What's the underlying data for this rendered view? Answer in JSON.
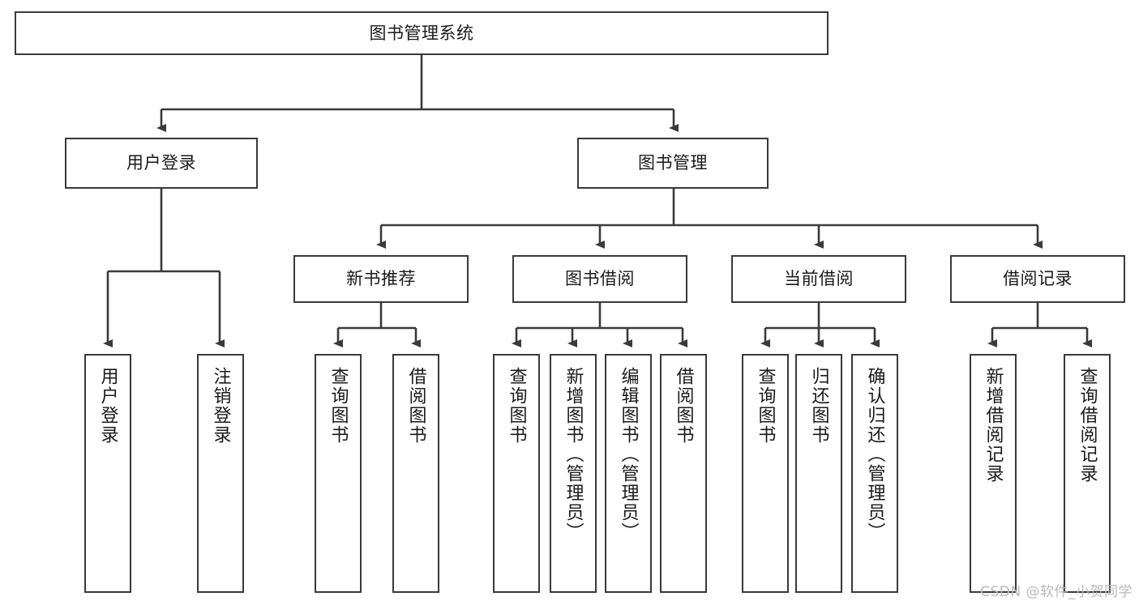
{
  "diagram": {
    "type": "tree-hierarchy",
    "title": "图书管理系统",
    "watermark": "CSDN @软件_小贺同学",
    "colors": {
      "box_border": "#3a3a3a",
      "connector": "#3a3a3a",
      "background": "#ffffff",
      "text": "#1a1a1a",
      "watermark": "#b9b9b9"
    },
    "nodes": {
      "root": {
        "label": "图书管理系统"
      },
      "level2": [
        {
          "id": "user-login",
          "label": "用户登录"
        },
        {
          "id": "book-management",
          "label": "图书管理"
        }
      ],
      "level3": [
        {
          "id": "new-book-recommend",
          "label": "新书推荐"
        },
        {
          "id": "book-borrow",
          "label": "图书借阅"
        },
        {
          "id": "current-borrow",
          "label": "当前借阅"
        },
        {
          "id": "borrow-record",
          "label": "借阅记录"
        }
      ],
      "leaves": {
        "user-login": [
          {
            "id": "leaf-user-login",
            "label": "用户登录"
          },
          {
            "id": "leaf-logout",
            "label": "注销登录"
          }
        ],
        "new-book-recommend": [
          {
            "id": "leaf-query-book-1",
            "label": "查询图书"
          },
          {
            "id": "leaf-borrow-book-1",
            "label": "借阅图书"
          }
        ],
        "book-borrow": [
          {
            "id": "leaf-query-book-2",
            "label": "查询图书"
          },
          {
            "id": "leaf-add-book",
            "label": "新增图书（管理员）"
          },
          {
            "id": "leaf-edit-book",
            "label": "编辑图书（管理员）"
          },
          {
            "id": "leaf-borrow-book-2",
            "label": "借阅图书"
          }
        ],
        "current-borrow": [
          {
            "id": "leaf-query-book-3",
            "label": "查询图书"
          },
          {
            "id": "leaf-return-book",
            "label": "归还图书"
          },
          {
            "id": "leaf-confirm-return",
            "label": "确认归还（管理员）"
          }
        ],
        "borrow-record": [
          {
            "id": "leaf-add-record",
            "label": "新增借阅记录"
          },
          {
            "id": "leaf-query-record",
            "label": "查询借阅记录"
          }
        ]
      }
    }
  }
}
